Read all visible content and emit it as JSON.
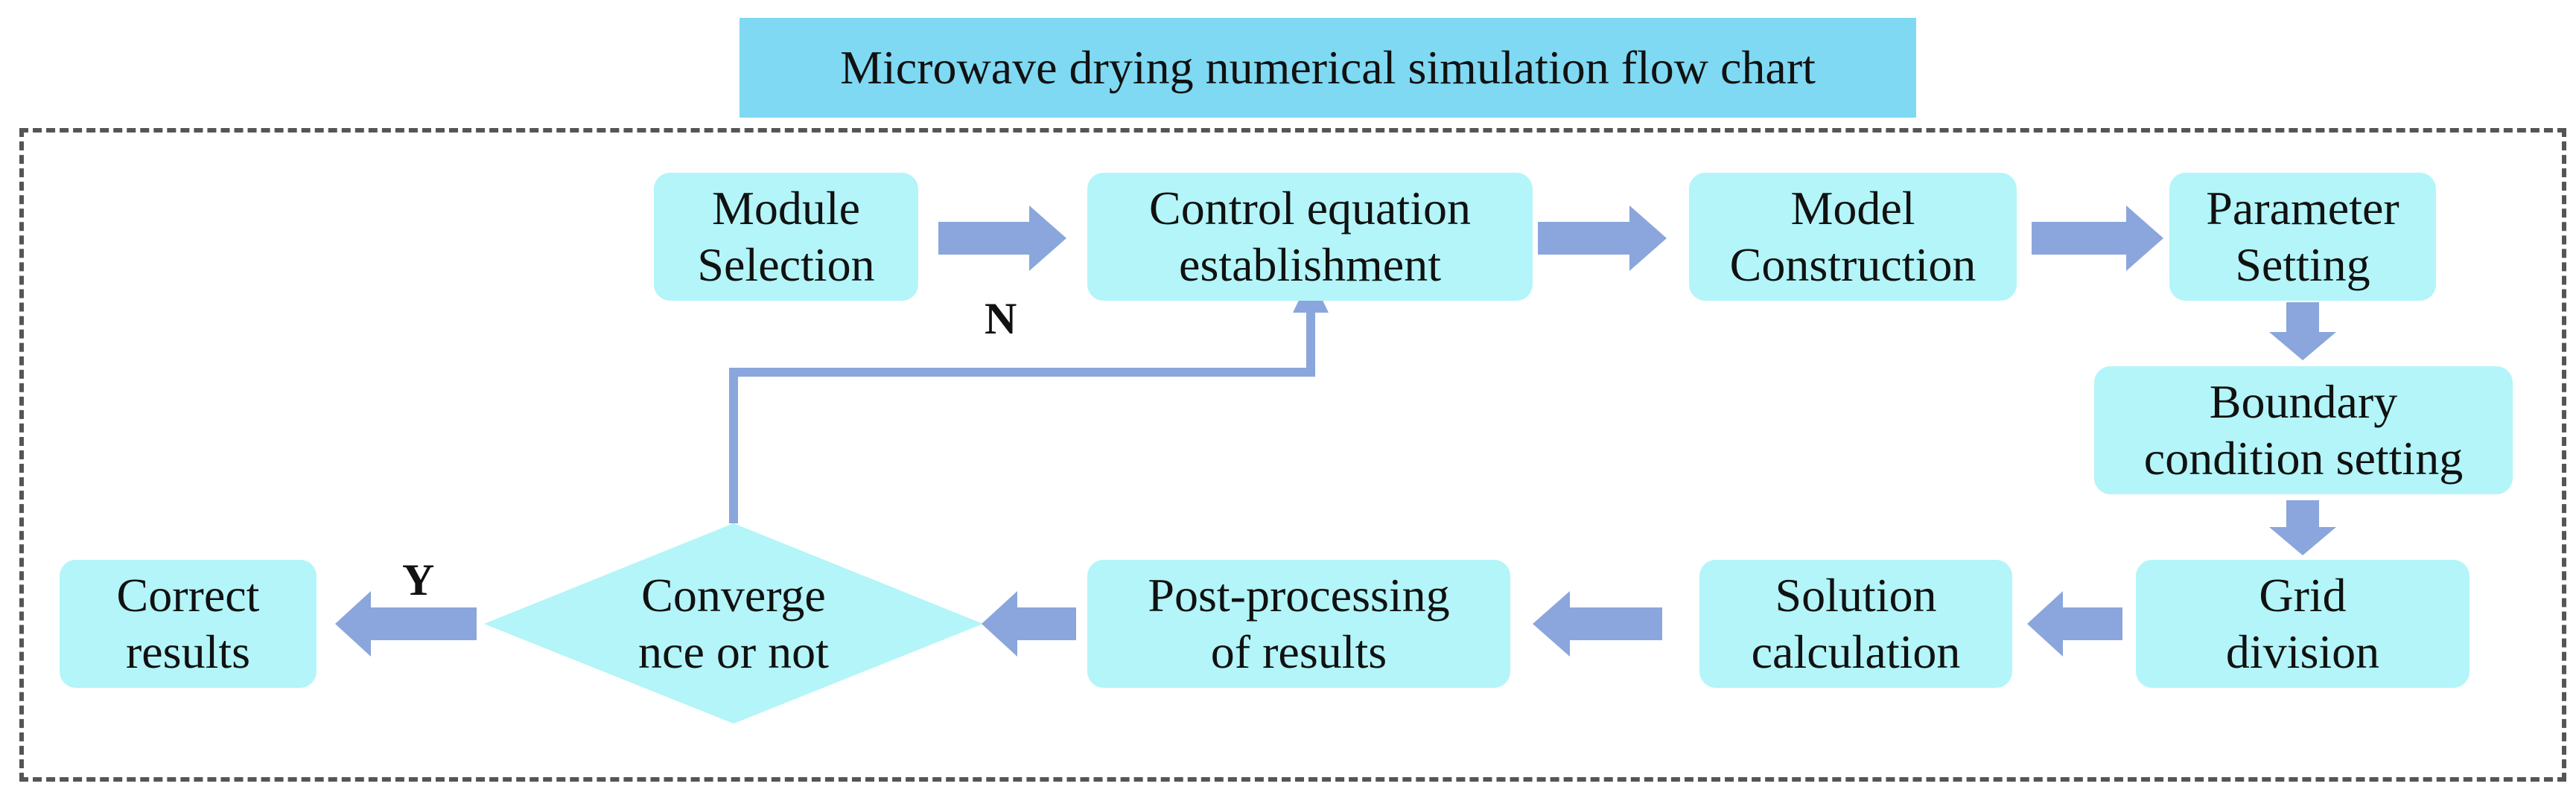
{
  "title": "Microwave drying numerical simulation flow chart",
  "colors": {
    "title_fill": "#7fd9f2",
    "node_fill": "#b3f5f8",
    "arrow": "#8aa6dc",
    "frame_border": "#555555"
  },
  "nodes": {
    "module_selection": "Module\nSelection",
    "control_equation": "Control equation\nestablishment",
    "model_construction": "Model\nConstruction",
    "parameter_setting": "Parameter\nSetting",
    "boundary_condition": "Boundary\ncondition setting",
    "grid_division": "Grid\ndivision",
    "solution_calculation": "Solution\ncalculation",
    "post_processing": "Post-processing\nof results",
    "converge": "Converge\nnce or not",
    "correct_results": "Correct\nresults"
  },
  "edge_labels": {
    "no": "N",
    "yes": "Y"
  }
}
